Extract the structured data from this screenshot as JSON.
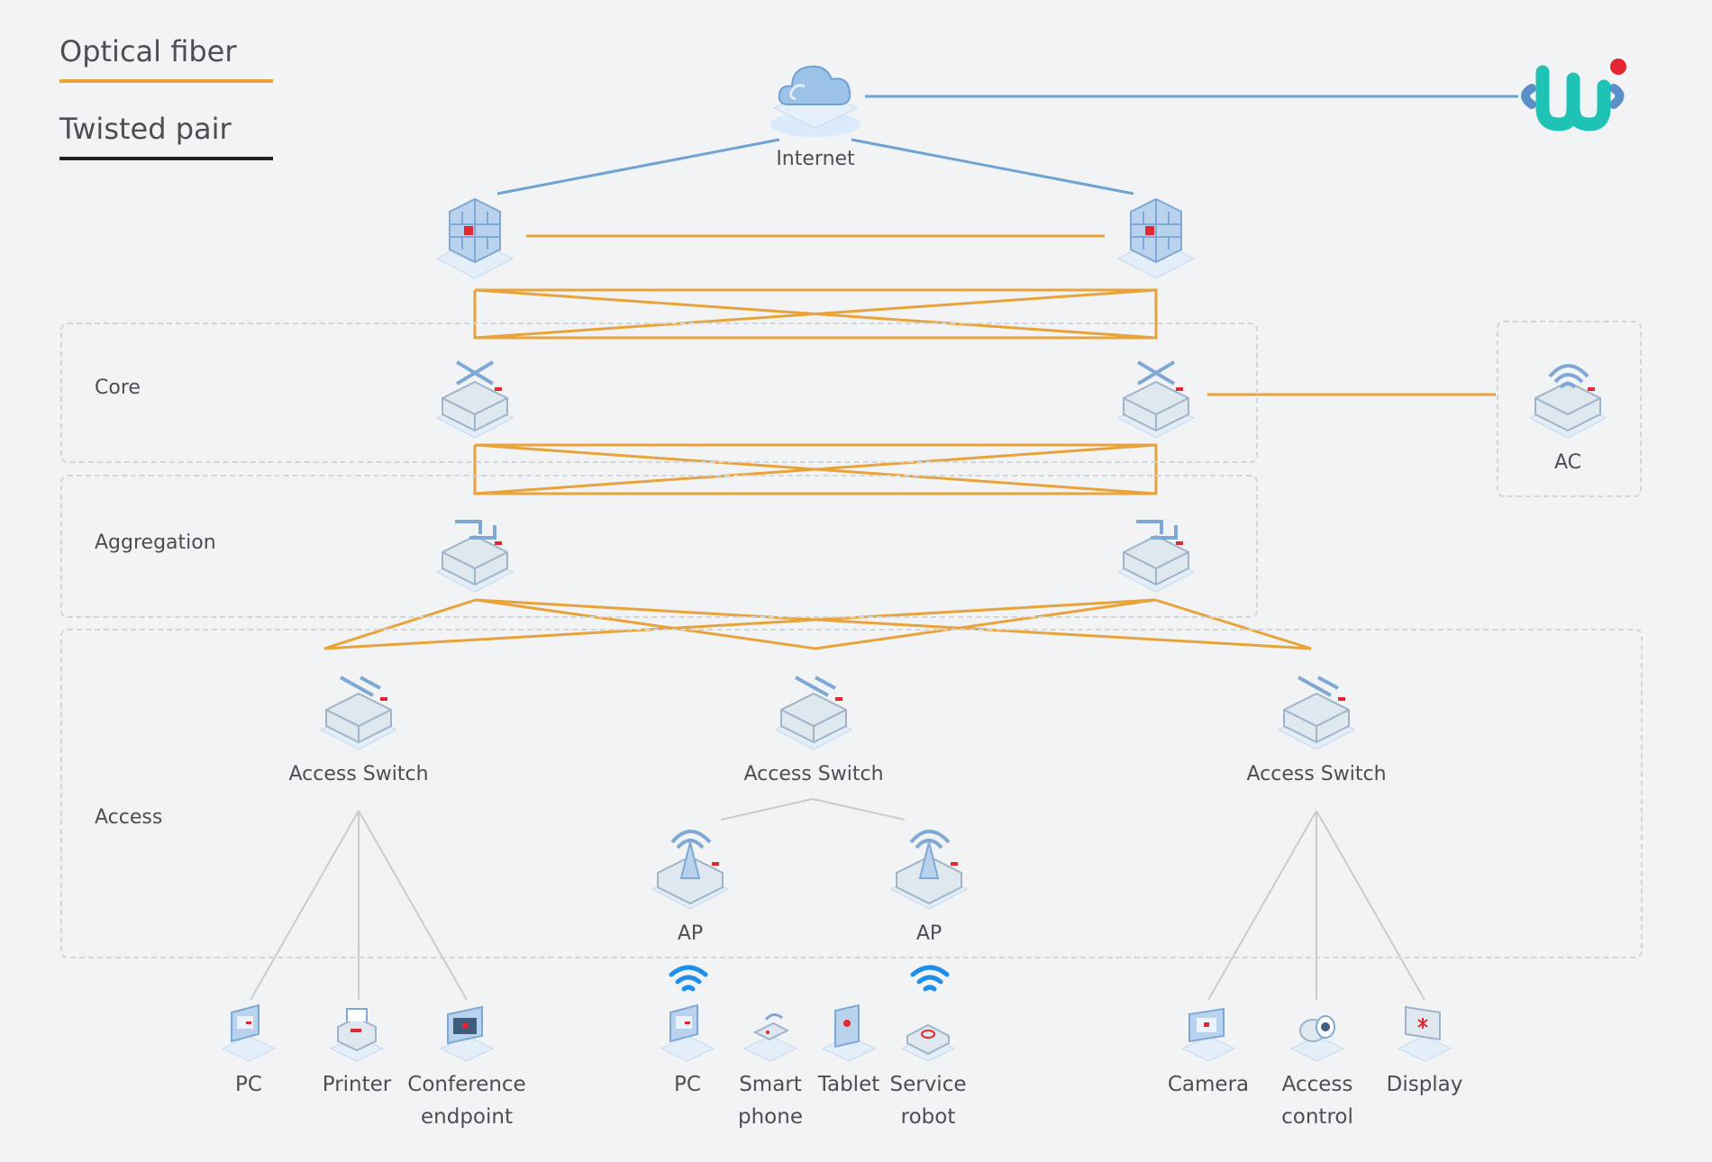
{
  "legend": {
    "fiber": {
      "label": "Optical fiber",
      "color": "#e8a33a"
    },
    "twisted": {
      "label": "Twisted pair",
      "color": "#1f2326"
    }
  },
  "zones": {
    "core": "Core",
    "aggregation": "Aggregation",
    "access": "Access"
  },
  "devices": {
    "internet": "Internet",
    "ac": "AC",
    "access_switch_left": "Access Switch",
    "access_switch_center": "Access Switch",
    "access_switch_right": "Access Switch",
    "ap_left": "AP",
    "ap_right": "AP"
  },
  "endpoints": {
    "pc_left": "PC",
    "printer": "Printer",
    "conference": "Conference\nendpoint",
    "pc_center": "PC",
    "smartphone": "Smart\nphone",
    "tablet": "Tablet",
    "robot": "Service\nrobot",
    "camera": "Camera",
    "access_control": "Access\ncontrol",
    "display": "Display"
  },
  "colors": {
    "fiber": "#e8a33a",
    "internet_link": "#6fa3d3",
    "device_link": "#c8ccd1",
    "brand_teal": "#1ec3b5",
    "brand_red": "#e3262f",
    "brand_blue": "#5a8fc7",
    "wifi_blue": "#1e8fe8"
  },
  "brand": {
    "logo_letter": "W"
  }
}
